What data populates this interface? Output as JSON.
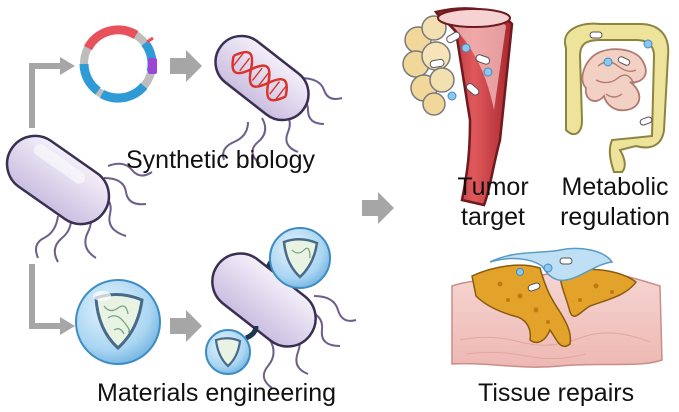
{
  "labels": {
    "synthetic_biology": "Synthetic biology",
    "materials_engineering": "Materials engineering",
    "tumor_target_line1": "Tumor",
    "tumor_target_line2": "target",
    "metabolic_regulation_line1": "Metabolic",
    "metabolic_regulation_line2": "regulation",
    "tissue_repairs": "Tissue repairs"
  },
  "colors": {
    "arrow": "#a6a6a6",
    "bacterium_fill": "#e4dcef",
    "bacterium_stroke": "#3a2f52",
    "flagella": "#6d5f8a",
    "dna_red": "#d9332b",
    "plasmid_red": "#e8505b",
    "plasmid_blue": "#2f9bd6",
    "plasmid_purple": "#9b46d4",
    "plasmid_gray": "#bdbdbd",
    "capsule_blue": "#8fc7ec",
    "vessel_red": "#c7363c",
    "intestine_yellow": "#ede39a",
    "tissue_pink": "#f2c9c6",
    "tissue_orange": "#e3a32b"
  }
}
